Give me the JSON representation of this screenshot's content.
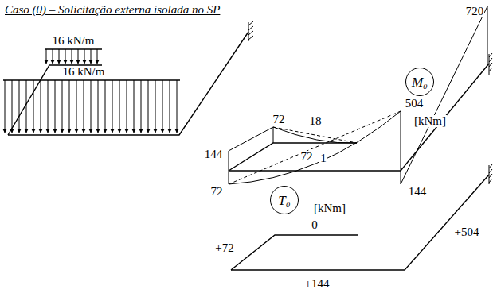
{
  "diagram": {
    "title": "Caso (0) – Solicitação externa isolada no SP",
    "nodes": [
      {
        "text": [
          "M₀"
        ]
      },
      {
        "text": [
          "T₀"
        ]
      }
    ],
    "labels": [
      "16 kN/m",
      "16 kN/m",
      "720",
      "72",
      "18",
      "72",
      "504",
      "144",
      "72",
      "1",
      "144",
      "[kNm]",
      "[kNm]",
      "+72",
      "0",
      "+504",
      "+144"
    ]
  }
}
